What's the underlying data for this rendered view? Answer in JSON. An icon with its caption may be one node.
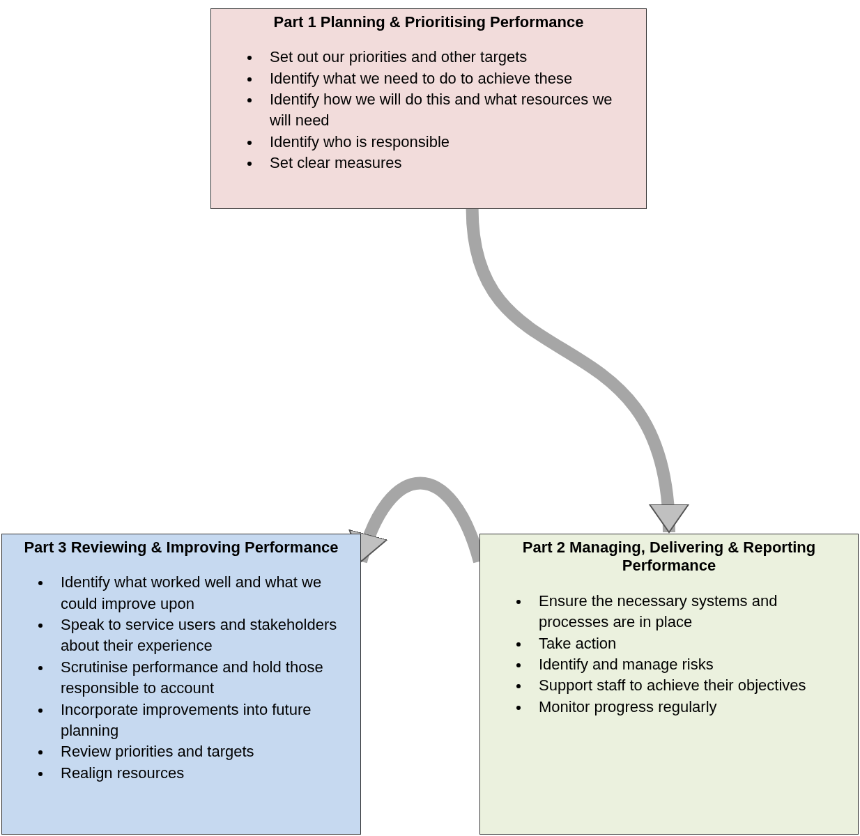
{
  "diagram": {
    "nodes": [
      {
        "text": [
          "Part 1 Planning & Prioritising Performance",
          "Set out our priorities and other targets",
          "Identify what we need to do to achieve these",
          "Identify how we will do this and what resources we will need",
          "Identify who is responsible",
          "Set clear measures"
        ]
      },
      {
        "text": [
          "Part 2 Managing, Delivering & Reporting Performance",
          "Ensure the necessary systems and processes are in place",
          "Take action",
          "Identify and manage risks",
          "Support staff to achieve their objectives",
          "Monitor progress regularly"
        ]
      },
      {
        "text": [
          "Part 3 Reviewing & Improving Performance",
          "Identify what worked well and what we could improve upon",
          "Speak to service users and stakeholders about their experience",
          "Scrutinise performance and hold those responsible to account",
          "Incorporate improvements into future planning",
          "Review priorities and targets",
          "Realign resources"
        ]
      }
    ],
    "edges": [
      {
        "from": 0,
        "to": 1,
        "arrow": "to"
      },
      {
        "from": 1,
        "to": 2,
        "arrow": "to"
      }
    ]
  }
}
